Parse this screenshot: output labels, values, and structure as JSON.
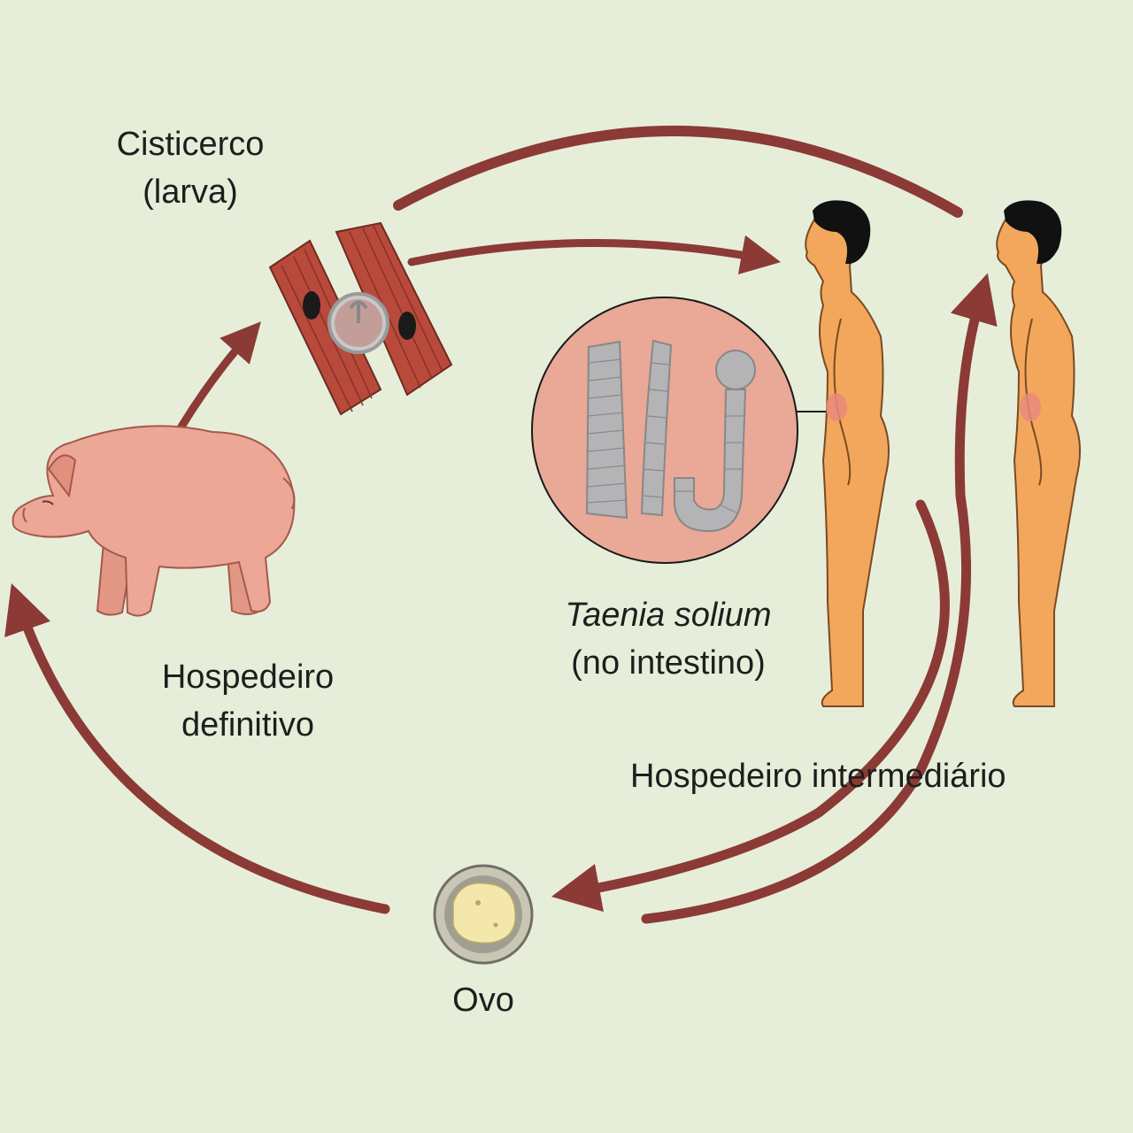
{
  "labels": {
    "cisticerco": {
      "line1": "Cisticerco",
      "line2": "(larva)"
    },
    "taenia": {
      "line1": "Taenia solium",
      "line2": "(no intestino)"
    },
    "definitive_host": {
      "line1": "Hospedeiro",
      "line2": "definitivo"
    },
    "intermediate_host": "Hospedeiro intermediário",
    "egg": "Ovo"
  },
  "colors": {
    "background": "#e6eed9",
    "arrow": "#8b3a36",
    "pig": "#eca796",
    "human_skin": "#f2a75c",
    "muscle": "#b84a3c",
    "worm": "#b4b4b6",
    "magnifier": "#eaa896",
    "egg_shell": "#9a9a90",
    "egg_yolk": "#f3e7ac"
  },
  "icons": [
    "pig-icon",
    "muscle-cyst-icon",
    "tapeworm-magnifier-icon",
    "human-figure-icon",
    "egg-icon"
  ]
}
